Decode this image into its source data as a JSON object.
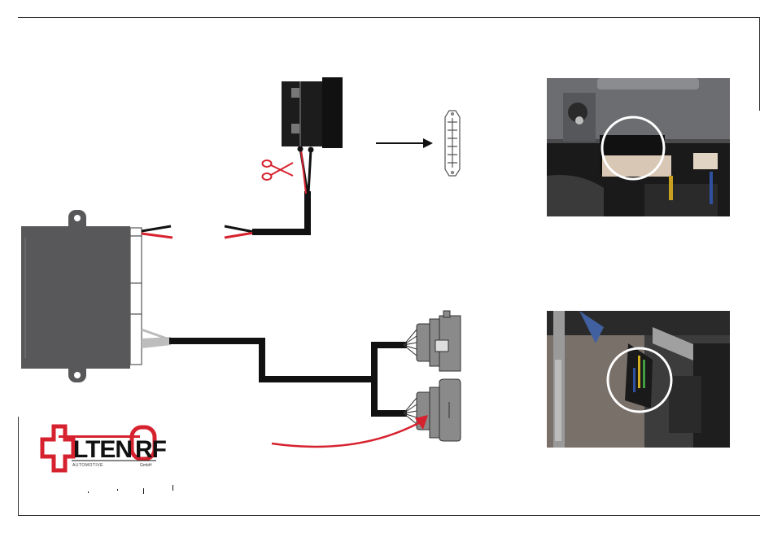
{
  "logo": {
    "wordmark": "ALTENDORF",
    "tagline": "AUTOMOTIVE",
    "suffix": "GmbH"
  },
  "colors": {
    "module_body": "#58585a",
    "wire_black": "#111111",
    "wire_red": "#d6222e",
    "connector_grey": "#8a8a8a",
    "logo_red": "#d6222e",
    "circle_highlight": "#ffffff"
  },
  "icons": {
    "cut": "scissors-icon",
    "direction": "arrow-right-icon"
  }
}
